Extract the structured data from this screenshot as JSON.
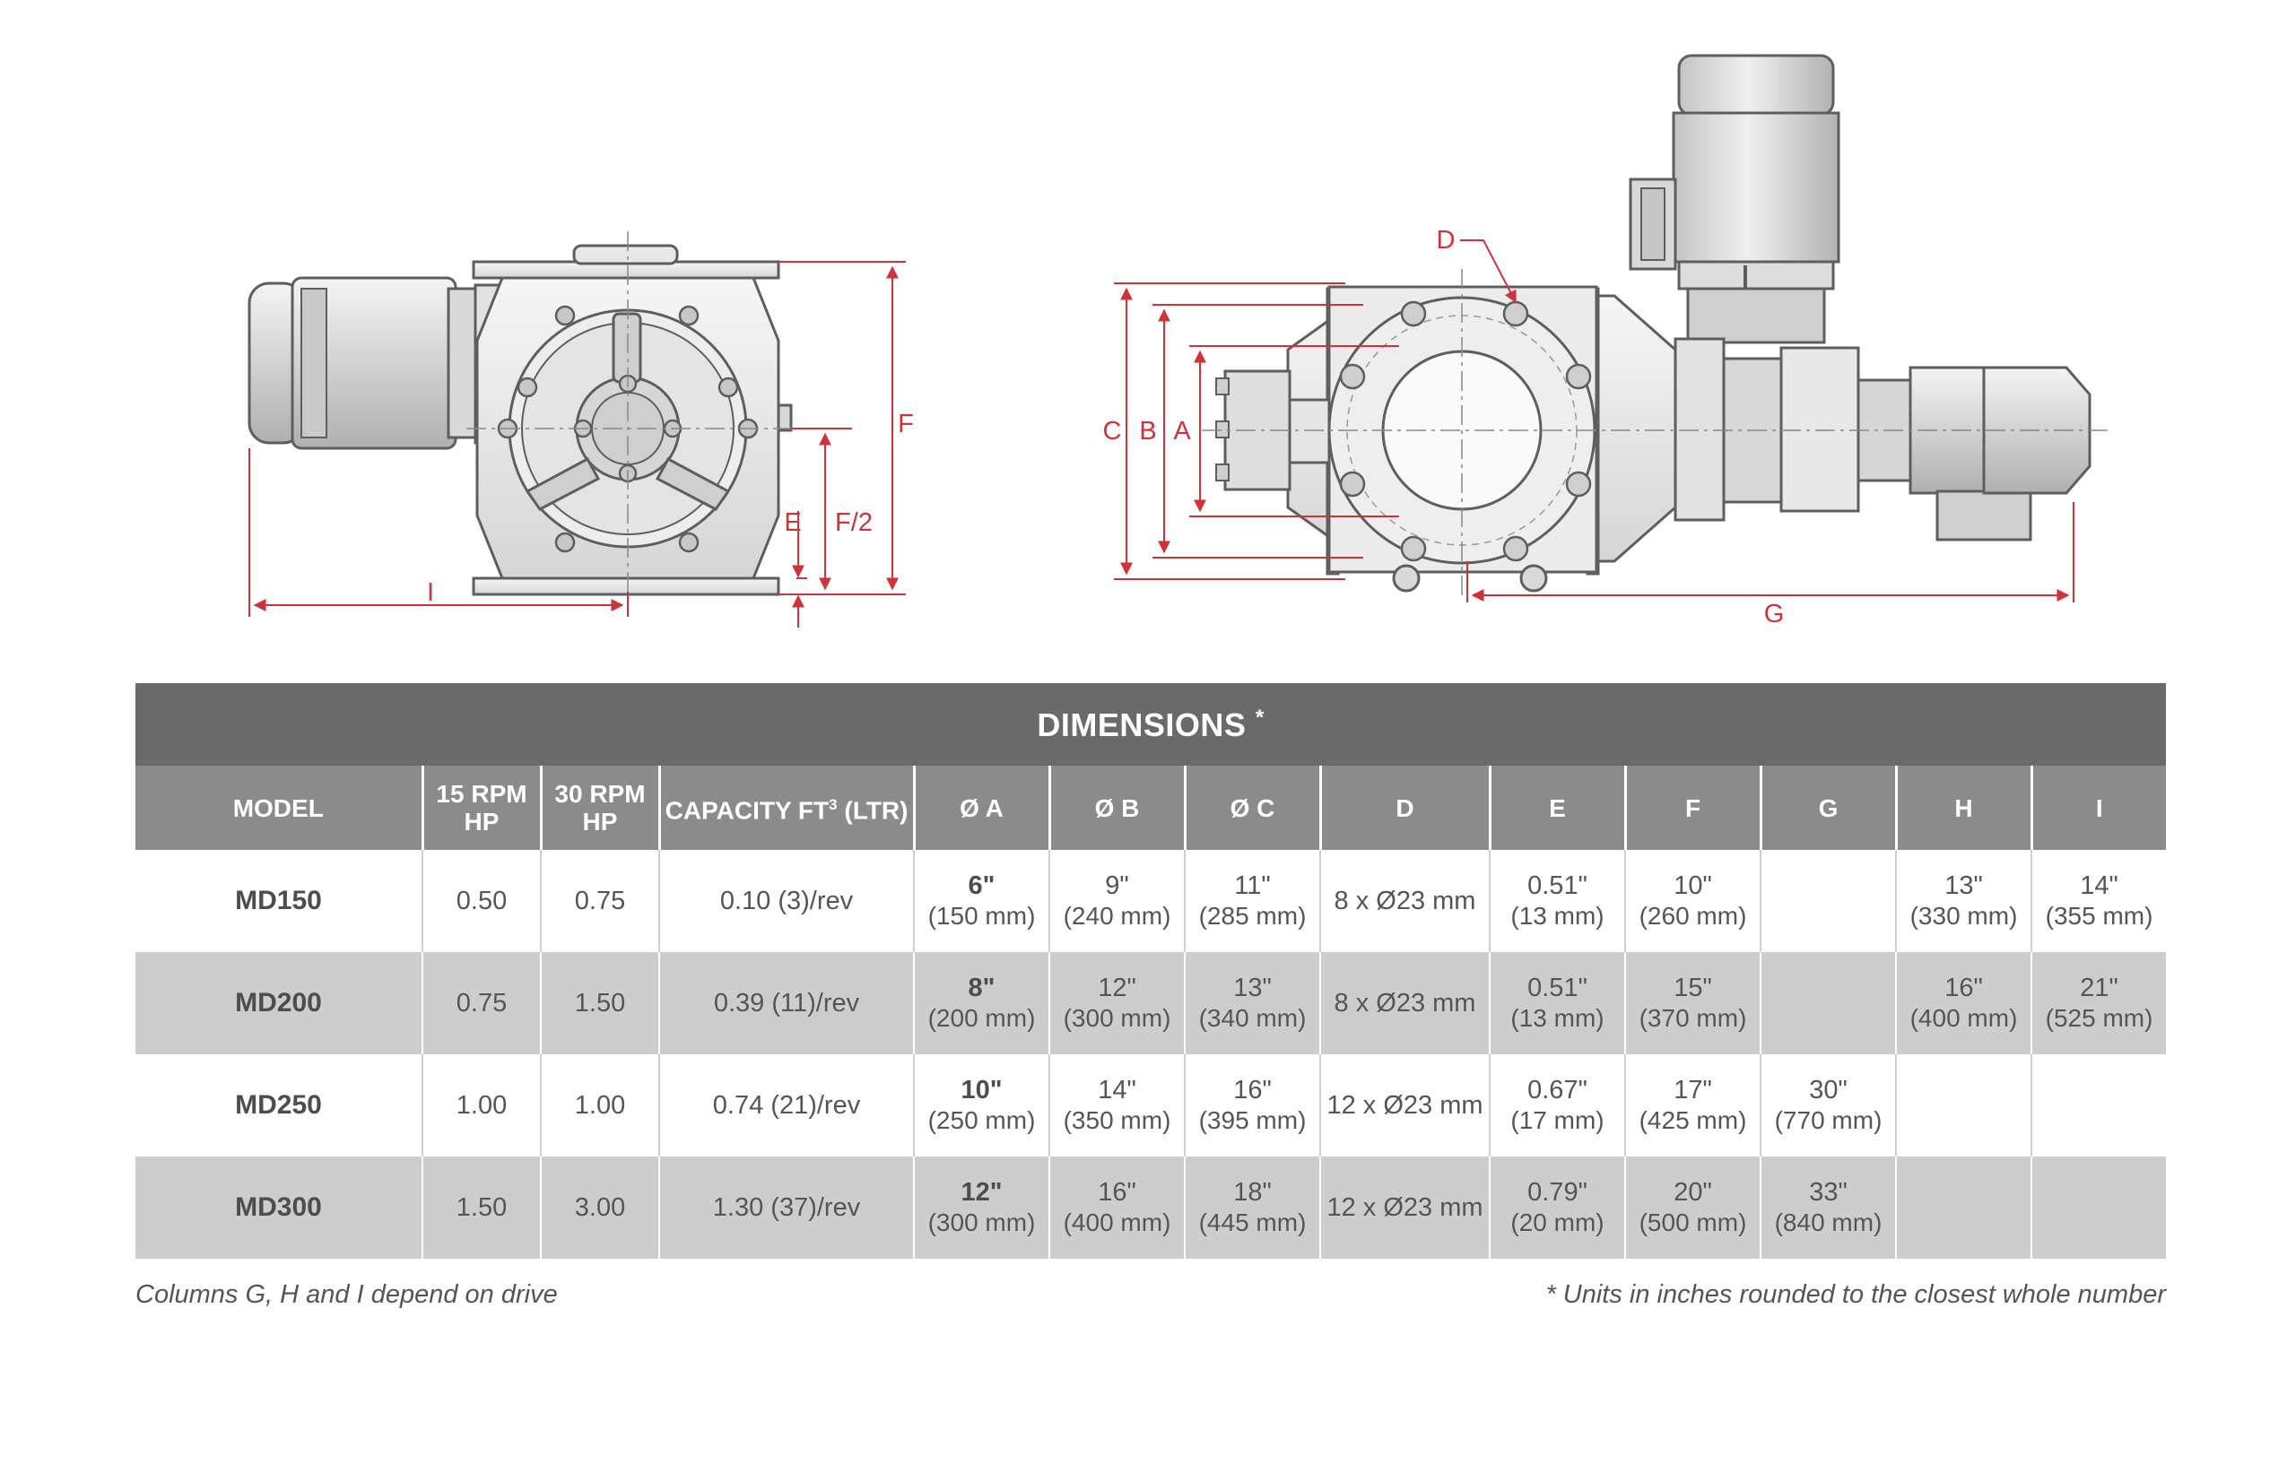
{
  "drawing": {
    "labels": {
      "i": "I",
      "e": "E",
      "f_half": "F/2",
      "f": "F",
      "c": "C",
      "b": "B",
      "a": "A",
      "d": "D",
      "g": "G"
    }
  },
  "table": {
    "title": "DIMENSIONS",
    "title_mark": "*",
    "headers": {
      "model": "MODEL",
      "rpm15": [
        "15 RPM",
        "HP"
      ],
      "rpm30": [
        "30 RPM",
        "HP"
      ],
      "capacity": "CAPACITY FT",
      "capacity_sup": "3",
      "capacity_unit": " (LTR)",
      "a": "Ø A",
      "b": "Ø B",
      "c": "Ø C",
      "d": "D",
      "e": "E",
      "f": "F",
      "g": "G",
      "h": "H",
      "i": "I"
    },
    "rows": [
      {
        "model": "MD150",
        "hp15": "0.50",
        "hp30": "0.75",
        "capacity": "0.10 (3)/rev",
        "a": [
          "6\"",
          "(150 mm)"
        ],
        "b": [
          "9\"",
          "(240 mm)"
        ],
        "c": [
          "11\"",
          "(285 mm)"
        ],
        "d": "8 x Ø23 mm",
        "e": [
          "0.51\"",
          "(13 mm)"
        ],
        "f": [
          "10\"",
          "(260 mm)"
        ],
        "g": [
          "",
          ""
        ],
        "h": [
          "13\"",
          "(330 mm)"
        ],
        "i": [
          "14\"",
          "(355 mm)"
        ]
      },
      {
        "model": "MD200",
        "hp15": "0.75",
        "hp30": "1.50",
        "capacity": "0.39 (11)/rev",
        "a": [
          "8\"",
          "(200 mm)"
        ],
        "b": [
          "12\"",
          "(300 mm)"
        ],
        "c": [
          "13\"",
          "(340 mm)"
        ],
        "d": "8 x Ø23 mm",
        "e": [
          "0.51\"",
          "(13 mm)"
        ],
        "f": [
          "15\"",
          "(370 mm)"
        ],
        "g": [
          "",
          ""
        ],
        "h": [
          "16\"",
          "(400 mm)"
        ],
        "i": [
          "21\"",
          "(525 mm)"
        ]
      },
      {
        "model": "MD250",
        "hp15": "1.00",
        "hp30": "1.00",
        "capacity": "0.74 (21)/rev",
        "a": [
          "10\"",
          "(250 mm)"
        ],
        "b": [
          "14\"",
          "(350 mm)"
        ],
        "c": [
          "16\"",
          "(395 mm)"
        ],
        "d": "12 x Ø23 mm",
        "e": [
          "0.67\"",
          "(17 mm)"
        ],
        "f": [
          "17\"",
          "(425 mm)"
        ],
        "g": [
          "30\"",
          "(770 mm)"
        ],
        "h": [
          "",
          ""
        ],
        "i": [
          "",
          ""
        ]
      },
      {
        "model": "MD300",
        "hp15": "1.50",
        "hp30": "3.00",
        "capacity": "1.30 (37)/rev",
        "a": [
          "12\"",
          "(300 mm)"
        ],
        "b": [
          "16\"",
          "(400 mm)"
        ],
        "c": [
          "18\"",
          "(445 mm)"
        ],
        "d": "12 x Ø23 mm",
        "e": [
          "0.79\"",
          "(20 mm)"
        ],
        "f": [
          "20\"",
          "(500 mm)"
        ],
        "g": [
          "33\"",
          "(840 mm)"
        ],
        "h": [
          "",
          ""
        ],
        "i": [
          "",
          ""
        ]
      }
    ]
  },
  "footnotes": {
    "left": "Columns G, H and I depend on drive",
    "right": "* Units in inches rounded to the closest whole number"
  },
  "colors": {
    "title_bg": "#6a6a6b",
    "header_bg": "#8b8b8b",
    "stripe_bg": "#cdcdcd",
    "dimension_red": "#d0323a",
    "line_grey": "#666666"
  }
}
